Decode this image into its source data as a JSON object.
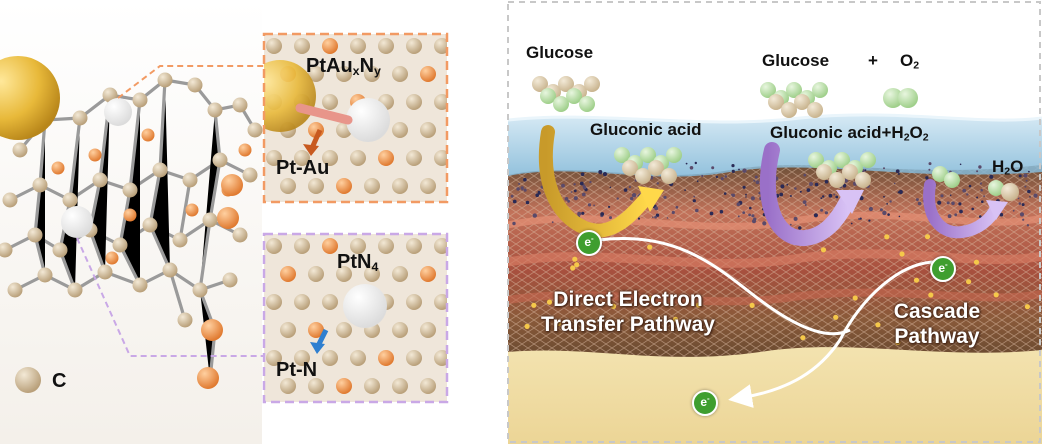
{
  "left_panel": {
    "inset_top": {
      "site_label": "PtAu",
      "site_sub_x": "x",
      "site_mid": "N",
      "site_sub_y": "y",
      "bond_label": "Pt-Au"
    },
    "inset_bottom": {
      "site_label": "PtN",
      "site_sub": "4",
      "bond_label": "Pt-N"
    },
    "legend_label": "C"
  },
  "right_panel": {
    "glucose_left": "Glucose",
    "glucose_right": "Glucose",
    "plus_sign": "+",
    "oxygen": "O",
    "oxygen_sub": "2",
    "gluconic_left": "Gluconic acid",
    "gluconic_right": "Gluconic acid+H",
    "h2o2_sub_h": "2",
    "h2o2_o": "O",
    "h2o2_sub_o": "2",
    "water_h": "H",
    "water_sub": "2",
    "water_o": "O",
    "direct_pathway_line1": "Direct Electron",
    "direct_pathway_line2": "Transfer  Pathway",
    "cascade_pathway_line1": "Cascade",
    "cascade_pathway_line2": "Pathway",
    "electron": "e",
    "electron_sup": "-"
  },
  "colors": {
    "inset_top_border": "#f29a63",
    "inset_bottom_border": "#c9a8e6",
    "atom_carbon": "#d9c7a6",
    "atom_dopant": "#f0a050",
    "arrow_orange": "#e07a30",
    "arrow_blue": "#3b8fd9",
    "arrow_yellow": "#e8b83a",
    "arrow_purple": "#b48ee0",
    "electron_green": "#3f9e2f",
    "molecule_green": "#b8dca8",
    "water_blue": "#aed4ea",
    "tissue_red": "#b9604a",
    "sand": "#f0dca0",
    "panel_border": "#c8c8c8"
  }
}
